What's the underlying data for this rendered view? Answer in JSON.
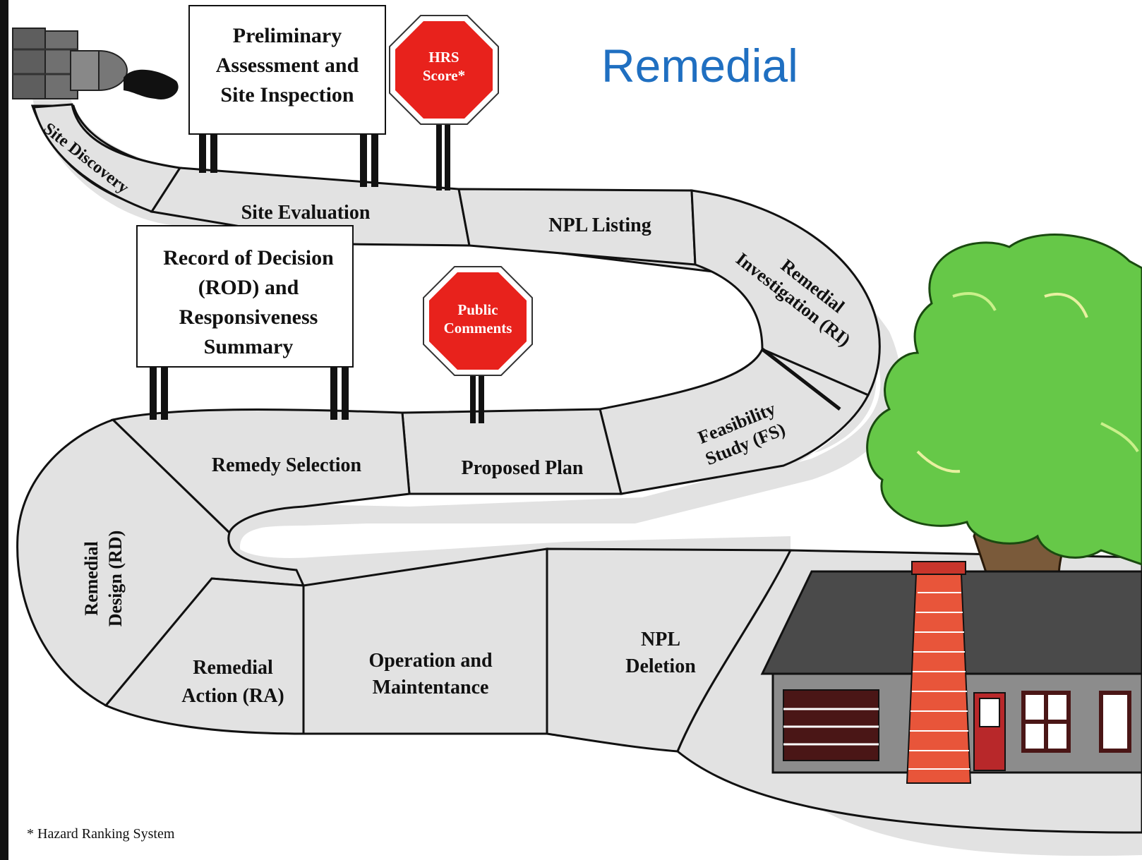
{
  "title": "Remedial",
  "footnote": "* Hazard Ranking System",
  "signs": {
    "pa_si": [
      "Preliminary",
      "Assessment and",
      "Site Inspection"
    ],
    "rod": [
      "Record of Decision",
      "(ROD) and",
      "Responsiveness",
      "Summary"
    ]
  },
  "stop_signs": {
    "hrs": [
      "HRS",
      "Score*"
    ],
    "public": [
      "Public",
      "Comments"
    ]
  },
  "steps": {
    "site_discovery": "Site Discovery",
    "site_evaluation": "Site Evaluation",
    "npl_listing": "NPL Listing",
    "remedial_investigation": [
      "Remedial",
      "Investigation (RI)"
    ],
    "feasibility_study": [
      "Feasibility",
      "Study (FS)"
    ],
    "proposed_plan": "Proposed Plan",
    "remedy_selection": "Remedy Selection",
    "remedial_design": [
      "Remedial",
      "Design (RD)"
    ],
    "remedial_action": [
      "Remedial",
      "Action (RA)"
    ],
    "operation_maintenance": [
      "Operation and",
      "Maintentance"
    ],
    "npl_deletion": [
      "NPL",
      "Deletion"
    ]
  },
  "colors": {
    "road": "#e2e2e2",
    "stop_sign": "#e8221c",
    "title": "#1f6fc1",
    "tree": "#66c848",
    "roof": "#4a4a4a",
    "wall": "#8c8c8c",
    "brick": "#c8352b"
  },
  "icons": [
    "barrels-icon",
    "stop-sign-icon",
    "tree-icon",
    "house-icon"
  ]
}
